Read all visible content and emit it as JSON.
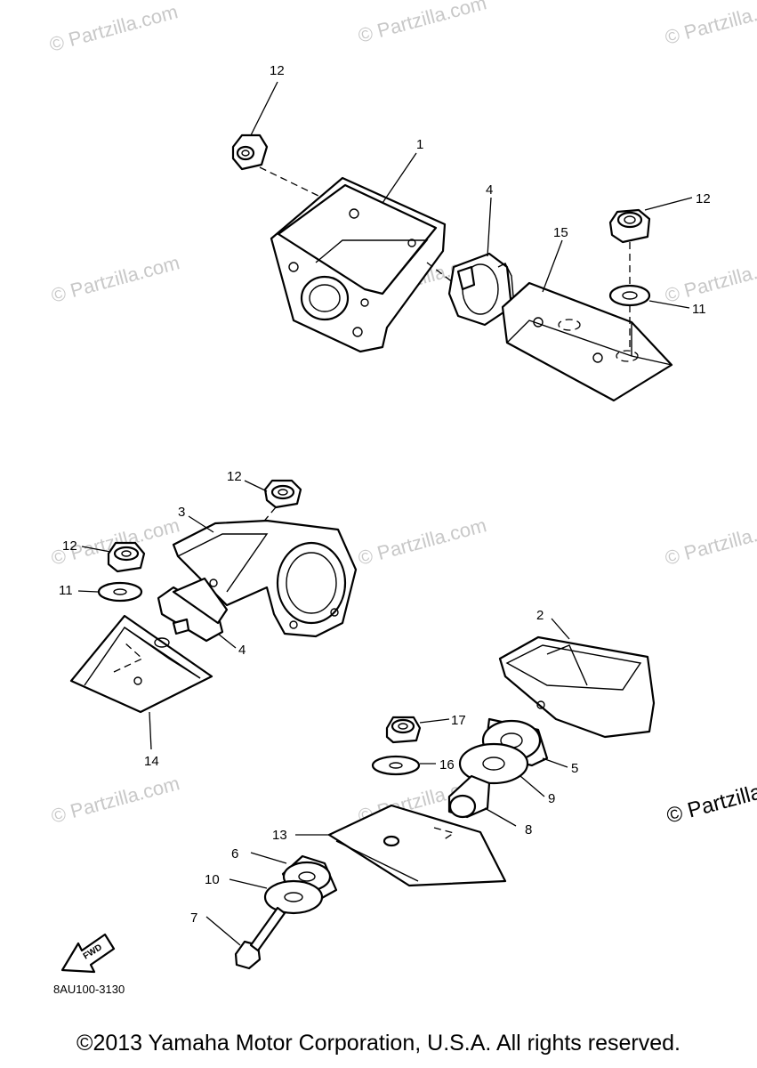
{
  "diagram": {
    "callouts": {
      "c1": "1",
      "c2": "2",
      "c3": "3",
      "c4_top": "4",
      "c4_mid": "4",
      "c5": "5",
      "c6": "6",
      "c7": "7",
      "c8": "8",
      "c9": "9",
      "c10": "10",
      "c11_top": "11",
      "c11_mid": "11",
      "c12_top_left": "12",
      "c12_top_right": "12",
      "c12_mid_upper": "12",
      "c12_mid_left": "12",
      "c13": "13",
      "c14": "14",
      "c15": "15",
      "c16": "16",
      "c17": "17"
    },
    "fwd_label": "FWD",
    "diagram_code": "8AU100-3130",
    "watermark": "© Partzilla.com",
    "watermark_large": "© Partzilla.com"
  },
  "footer": {
    "copyright": "©2013  Yamaha Motor Corporation, U.S.A. All rights reserved."
  }
}
